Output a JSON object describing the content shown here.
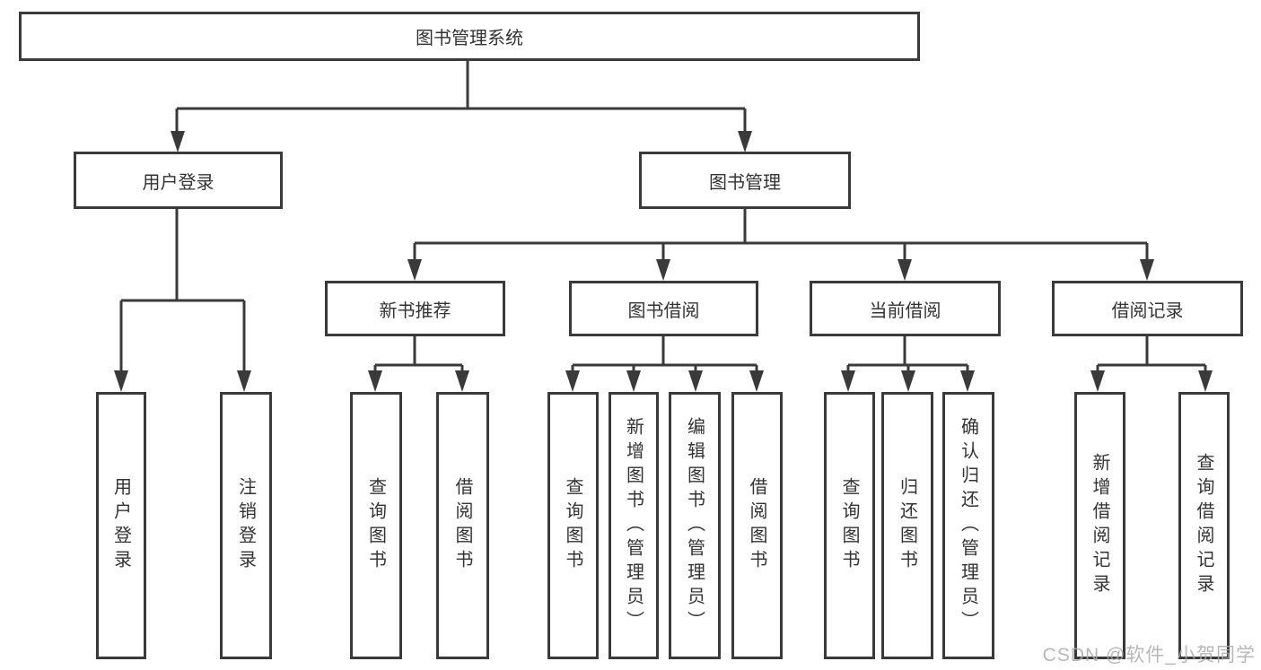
{
  "diagram_title": "图书管理系统",
  "line_color": "#3a3a3a",
  "text_color": "#333333",
  "watermark": {
    "text": "CSDN @软件_小贺同学"
  },
  "tree": {
    "label": "图书管理系统",
    "children": [
      {
        "label": "用户登录",
        "children": [
          {
            "label": "用户登录"
          },
          {
            "label": "注销登录"
          }
        ]
      },
      {
        "label": "图书管理",
        "children": [
          {
            "label": "新书推荐",
            "children": [
              {
                "label": "查询图书"
              },
              {
                "label": "借阅图书"
              }
            ]
          },
          {
            "label": "图书借阅",
            "children": [
              {
                "label": "查询图书"
              },
              {
                "label": "新增图书（管理员）"
              },
              {
                "label": "编辑图书（管理员）"
              },
              {
                "label": "借阅图书"
              }
            ]
          },
          {
            "label": "当前借阅",
            "children": [
              {
                "label": "查询图书"
              },
              {
                "label": "归还图书"
              },
              {
                "label": "确认归还（管理员）"
              }
            ]
          },
          {
            "label": "借阅记录",
            "children": [
              {
                "label": "新增借阅记录"
              },
              {
                "label": "查询借阅记录"
              }
            ]
          }
        ]
      }
    ]
  }
}
